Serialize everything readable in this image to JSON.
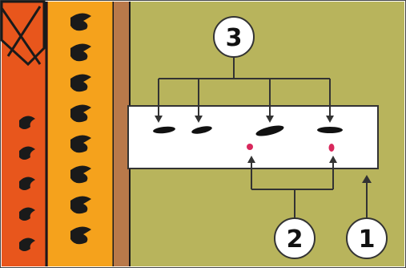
{
  "palette": {
    "background": "#b8b45c",
    "gantry_dark": "#e8561c",
    "gantry_light": "#f5a21c",
    "wood_side": "#b9794a",
    "slot_pattern": "#1a1a1a",
    "strip_fill": "#ffffff",
    "mark_black": "#111111",
    "mark_red": "#d8285c",
    "arrow": "#333333",
    "badge_fill": "#ffffff"
  },
  "callouts": {
    "label_1": "1",
    "label_2": "2",
    "label_3": "3"
  }
}
